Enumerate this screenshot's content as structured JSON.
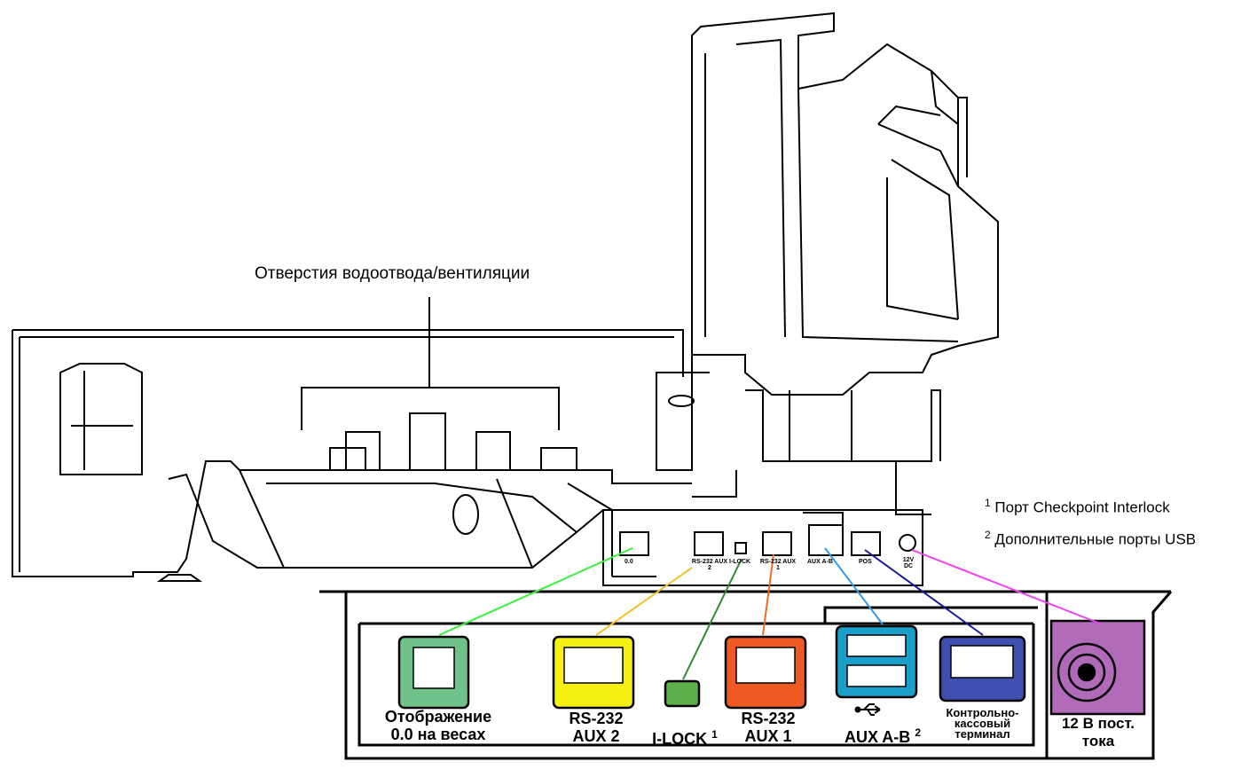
{
  "callouts": {
    "vents": "Отверстия водоотвода/вентиляции"
  },
  "notes": [
    {
      "mark": "1",
      "text": "Порт Checkpoint Interlock"
    },
    {
      "mark": "2",
      "text": "Дополнительные порты USB"
    }
  ],
  "ports": [
    {
      "id": "scale-display",
      "line1": "Отображение",
      "line2": "0.0 на весах",
      "color": "#6fc28a",
      "line_color": "#3cf03c"
    },
    {
      "id": "rs232-aux2",
      "line1": "RS-232",
      "line2": "AUX 2",
      "color": "#f5ef12",
      "line_color": "#f2c12e"
    },
    {
      "id": "i-lock",
      "line1": "I-LOCK",
      "mark": "1",
      "color": "#5cae48",
      "line_color": "#2e8b2e"
    },
    {
      "id": "rs232-aux1",
      "line1": "RS-232",
      "line2": "AUX 1",
      "color": "#ef5a24",
      "line_color": "#ef6b1e"
    },
    {
      "id": "aux-ab",
      "line1": "AUX A-B",
      "mark": "2",
      "color": "#1aa0c8",
      "line_color": "#2e9bf0"
    },
    {
      "id": "pos",
      "line1": "Контрольно-",
      "line2": "кассовый",
      "line3": "терминал",
      "color": "#3f4fb0",
      "line_color": "#1a1a9a"
    },
    {
      "id": "dc12",
      "line1": "12 В пост.",
      "line2": "тока",
      "color": "#b06ab8",
      "line_color": "#f040f0"
    }
  ],
  "panel_tags": [
    "0.0",
    "RS-232 AUX 2",
    "I-LOCK",
    "RS-232 AUX 1",
    "AUX A-B",
    "POS",
    "12V DC"
  ],
  "usb_icon": "usb-trident-icon"
}
